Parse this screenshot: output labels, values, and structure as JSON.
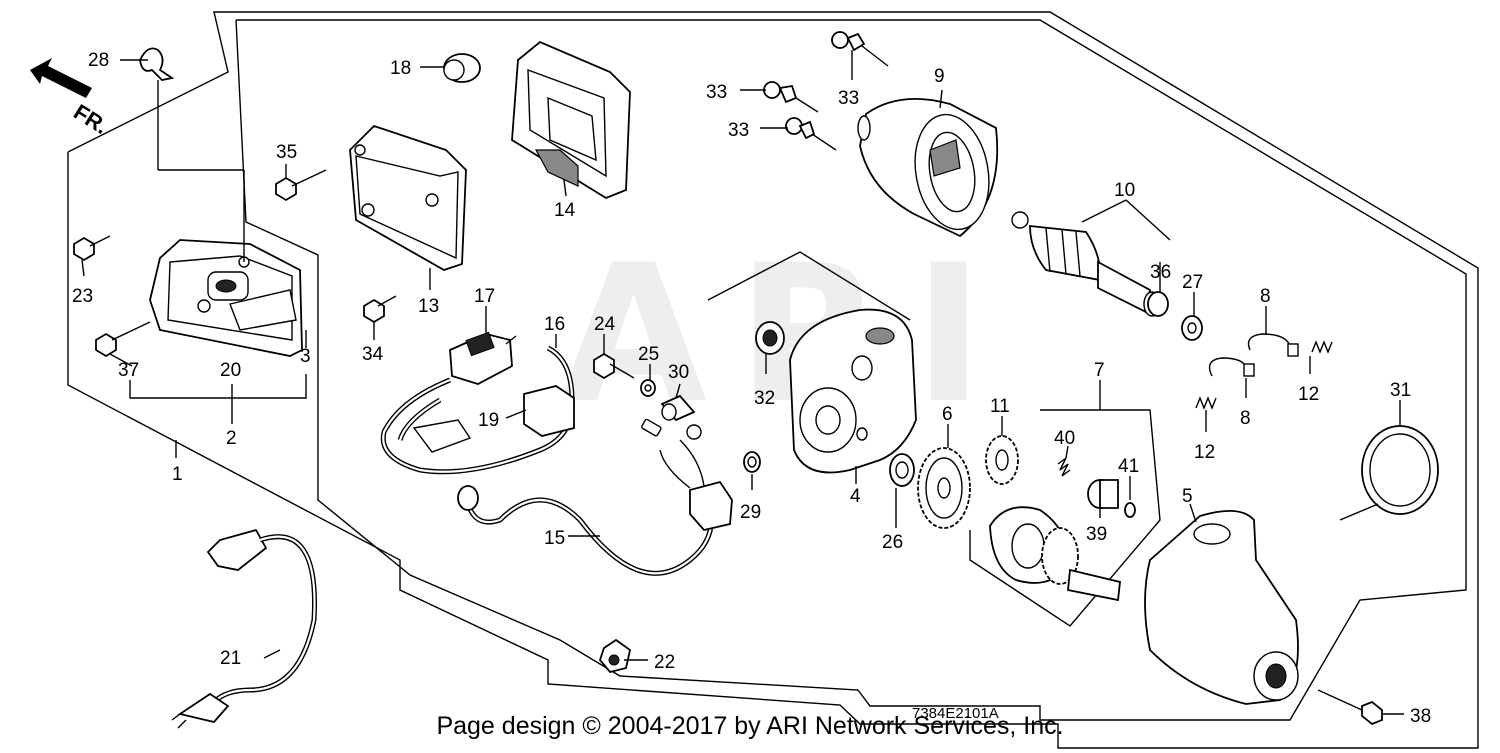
{
  "diagram": {
    "watermark": "ARI",
    "direction_label": "FR.",
    "figure_code": "7384E2101A",
    "footer_text": "Page design © 2004-2017 by ARI Network Services, Inc."
  },
  "callouts": {
    "c1": "1",
    "c2": "2",
    "c3": "3",
    "c4": "4",
    "c5": "5",
    "c6": "6",
    "c7": "7",
    "c8a": "8",
    "c8b": "8",
    "c9": "9",
    "c10": "10",
    "c11": "11",
    "c12a": "12",
    "c12b": "12",
    "c13": "13",
    "c14": "14",
    "c15": "15",
    "c16": "16",
    "c17": "17",
    "c18": "18",
    "c19": "19",
    "c20": "20",
    "c21": "21",
    "c22": "22",
    "c23": "23",
    "c24": "24",
    "c25": "25",
    "c26": "26",
    "c27": "27",
    "c28": "28",
    "c29": "29",
    "c30": "30",
    "c31": "31",
    "c32": "32",
    "c33a": "33",
    "c33b": "33",
    "c33c": "33",
    "c34": "34",
    "c35": "35",
    "c36": "36",
    "c37": "37",
    "c38": "38",
    "c39": "39",
    "c40": "40",
    "c41": "41"
  }
}
